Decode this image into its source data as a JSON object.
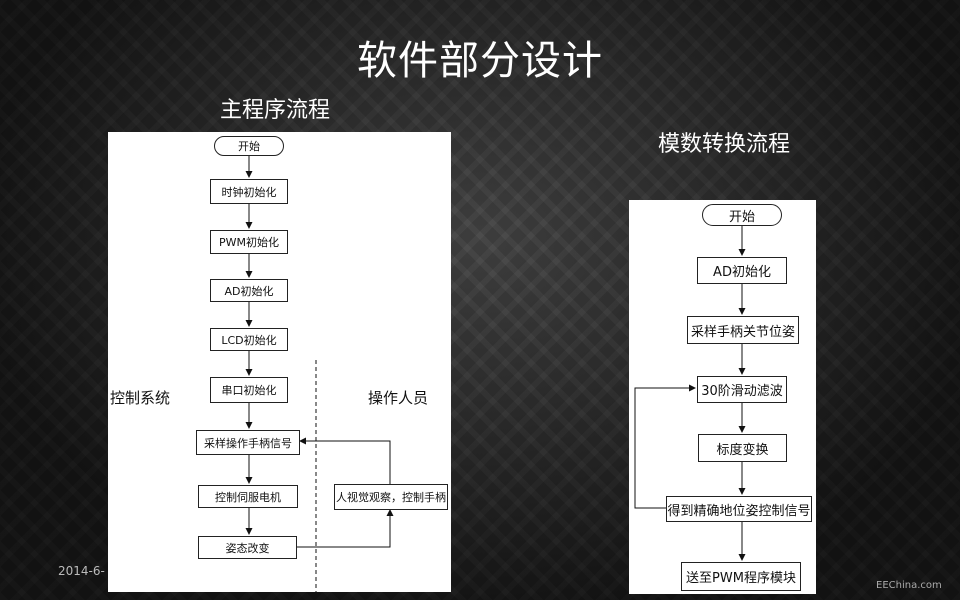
{
  "slide": {
    "title": "软件部分设计",
    "main_flow_title": "主程序流程",
    "ad_flow_title": "模数转换流程",
    "date_fragment": "2014-6-",
    "watermark": "EEChina.com"
  },
  "main_flow": {
    "start": "开始",
    "clock_init": "时钟初始化",
    "pwm_init": "PWM初始化",
    "ad_init": "AD初始化",
    "lcd_init": "LCD初始化",
    "uart_init": "串口初始化",
    "sample_handle": "采样操作手柄信号",
    "control_servo": "控制伺服电机",
    "posture_change": "姿态改变",
    "operator_observe": "人视觉观察，控制手柄",
    "lane_control": "控制系统",
    "lane_operator": "操作人员"
  },
  "ad_flow": {
    "start": "开始",
    "ad_init": "AD初始化",
    "sample_joint": "采样手柄关节位姿",
    "filter": "30阶滑动滤波",
    "scale": "标度变换",
    "get_signal": "得到精确地位姿控制信号",
    "send_pwm": "送至PWM程序模块"
  }
}
